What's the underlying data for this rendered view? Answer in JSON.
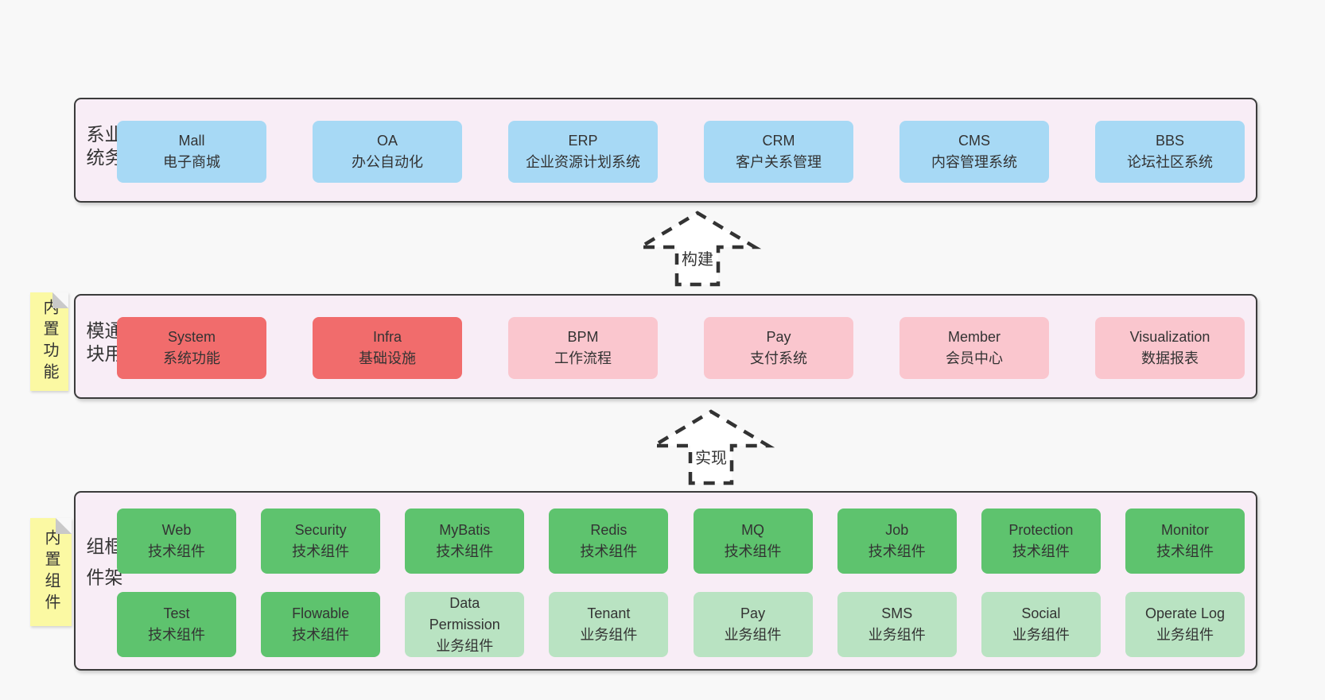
{
  "diagram": {
    "colors": {
      "page_bg": "#f8f8f8",
      "band_bg": "#f8edf6",
      "border": "#3b3b3b",
      "box_blue": "#a7d9f5",
      "box_red": "#f16c6c",
      "box_pink": "#fac6ce",
      "box_green": "#5ec36e",
      "box_green_light": "#b9e3c2",
      "sticky_yellow": "#fbf9a3"
    },
    "arrows": [
      {
        "label": "构建"
      },
      {
        "label": "实现"
      }
    ],
    "bands": [
      {
        "label": "业务系统",
        "rows": [
          [
            {
              "name": "Mall",
              "desc": "电子商城"
            },
            {
              "name": "OA",
              "desc": "办公自动化"
            },
            {
              "name": "ERP",
              "desc": "企业资源计划系统"
            },
            {
              "name": "CRM",
              "desc": "客户关系管理"
            },
            {
              "name": "CMS",
              "desc": "内容管理系统"
            },
            {
              "name": "BBS",
              "desc": "论坛社区系统"
            }
          ]
        ]
      },
      {
        "label": "通用模块",
        "sticky": "内置功能",
        "rows": [
          [
            {
              "name": "System",
              "desc": "系统功能"
            },
            {
              "name": "Infra",
              "desc": "基础设施"
            },
            {
              "name": "BPM",
              "desc": "工作流程"
            },
            {
              "name": "Pay",
              "desc": "支付系统"
            },
            {
              "name": "Member",
              "desc": "会员中心"
            },
            {
              "name": "Visualization",
              "desc": "数据报表"
            }
          ]
        ]
      },
      {
        "label": "框架组件",
        "sticky": "内置组件",
        "rows": [
          [
            {
              "name": "Web",
              "desc": "技术组件"
            },
            {
              "name": "Security",
              "desc": "技术组件"
            },
            {
              "name": "MyBatis",
              "desc": "技术组件"
            },
            {
              "name": "Redis",
              "desc": "技术组件"
            },
            {
              "name": "MQ",
              "desc": "技术组件"
            },
            {
              "name": "Job",
              "desc": "技术组件"
            },
            {
              "name": "Protection",
              "desc": "技术组件"
            },
            {
              "name": "Monitor",
              "desc": "技术组件"
            }
          ],
          [
            {
              "name": "Test",
              "desc": "技术组件"
            },
            {
              "name": "Flowable",
              "desc": "技术组件"
            },
            {
              "name": "Data Permission",
              "desc": "业务组件"
            },
            {
              "name": "Tenant",
              "desc": "业务组件"
            },
            {
              "name": "Pay",
              "desc": "业务组件"
            },
            {
              "name": "SMS",
              "desc": "业务组件"
            },
            {
              "name": "Social",
              "desc": "业务组件"
            },
            {
              "name": "Operate Log",
              "desc": "业务组件"
            }
          ]
        ]
      }
    ]
  }
}
